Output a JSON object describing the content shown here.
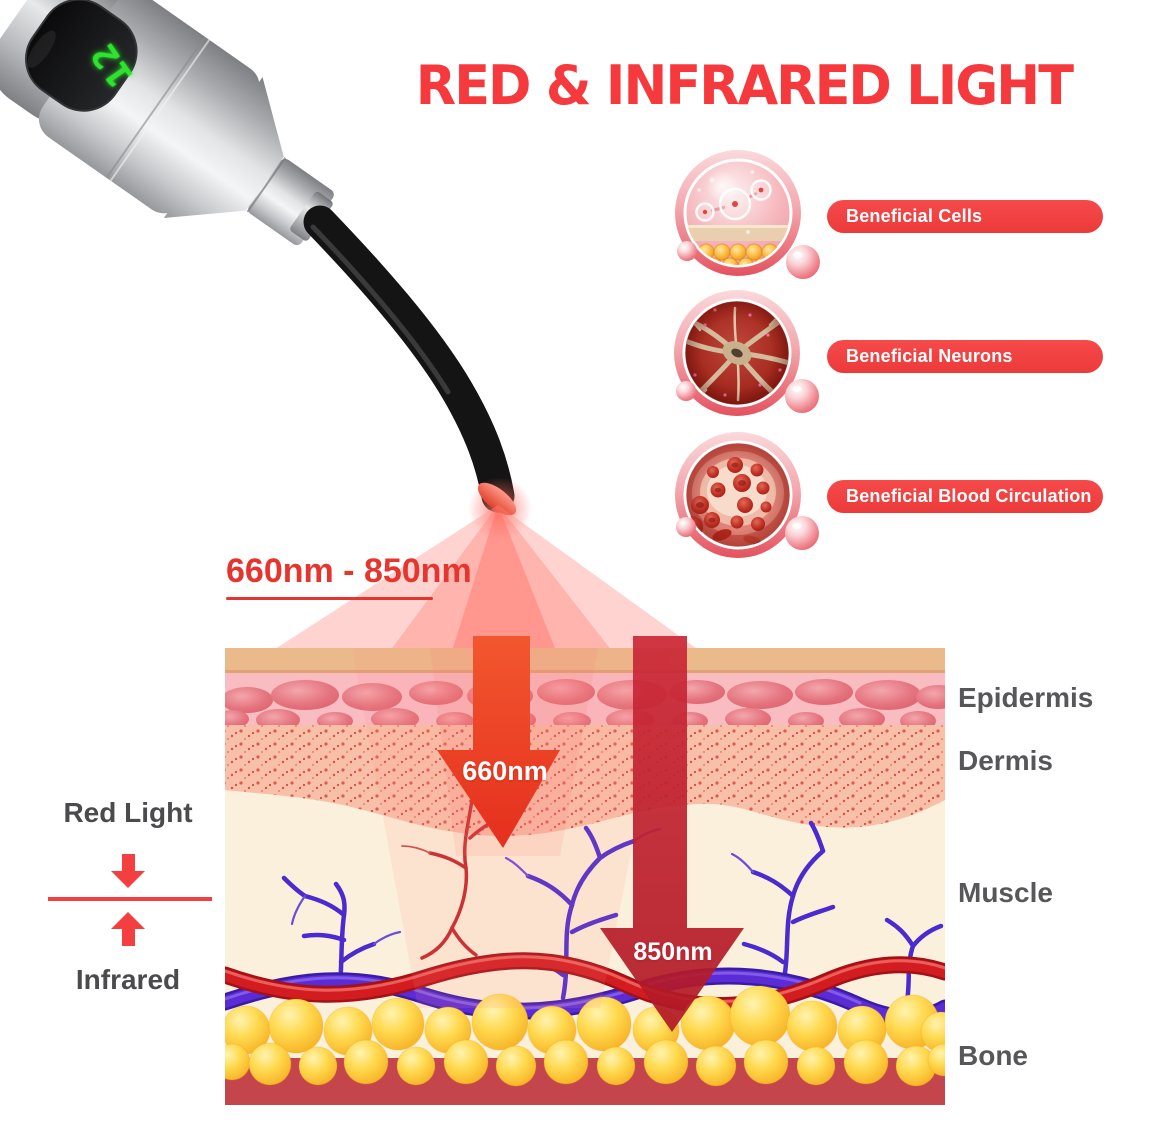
{
  "title": "RED & INFRARED LIGHT",
  "device": {
    "display_value": "12"
  },
  "benefits": [
    {
      "label": "Beneficial Cells"
    },
    {
      "label": "Beneficial Neurons"
    },
    {
      "label": "Beneficial Blood Circulation"
    }
  ],
  "wavelength": {
    "range_label": "660nm - 850nm"
  },
  "penetration_arrows": {
    "red": "660nm",
    "infrared": "850nm"
  },
  "side_labels": {
    "red_light": "Red Light",
    "infrared": "Infrared"
  },
  "skin_layers": {
    "epidermis": "Epidermis",
    "dermis": "Dermis",
    "muscle": "Muscle",
    "bone": "Bone"
  },
  "colors": {
    "accent_red": "#F5393C",
    "badge_red": "#F24242",
    "arrow_red": "#EA4226",
    "arrow_dark_red": "#C02030",
    "led_green": "#2EE32E",
    "bone_yellow": "#FFD24A"
  }
}
